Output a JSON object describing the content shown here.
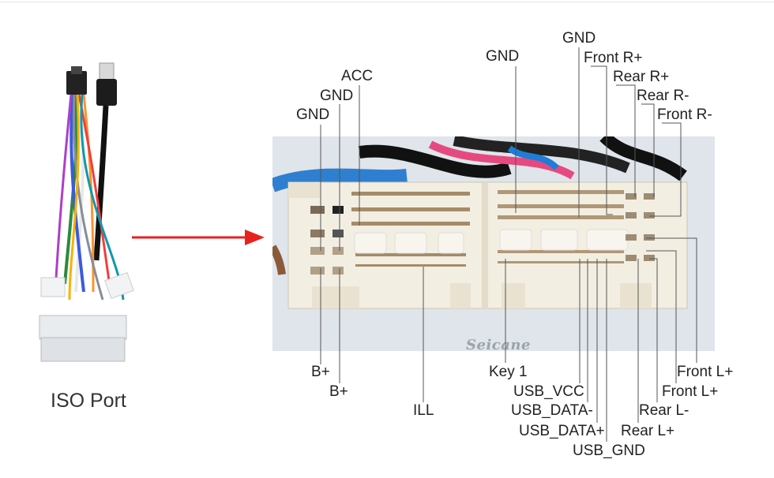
{
  "iso_port_label": "ISO Port",
  "watermark": "Seicane",
  "colors": {
    "arrow": "#e8211f",
    "leader": "#555555",
    "connector": "#f3eee2"
  },
  "top_labels": {
    "acc": "ACC",
    "gnd_a": "GND",
    "gnd_b": "GND",
    "gnd_c": "GND",
    "gnd_d": "GND",
    "front_r_plus": "Front R+",
    "rear_r_plus": "Rear R+",
    "rear_r_minus": "Rear R-",
    "front_r_minus": "Front R-"
  },
  "bottom_labels": {
    "b_plus_a": "B+",
    "b_plus_b": "B+",
    "ill": "ILL",
    "key_1": "Key 1",
    "usb_vcc": "USB_VCC",
    "usb_data_minus": "USB_DATA-",
    "usb_data_plus": "USB_DATA+",
    "usb_gnd": "USB_GND",
    "front_l_plus_a": "Front L+",
    "front_l_plus_b": "Front L+",
    "rear_l_minus": "Rear L-",
    "rear_l_plus": "Rear L+"
  }
}
